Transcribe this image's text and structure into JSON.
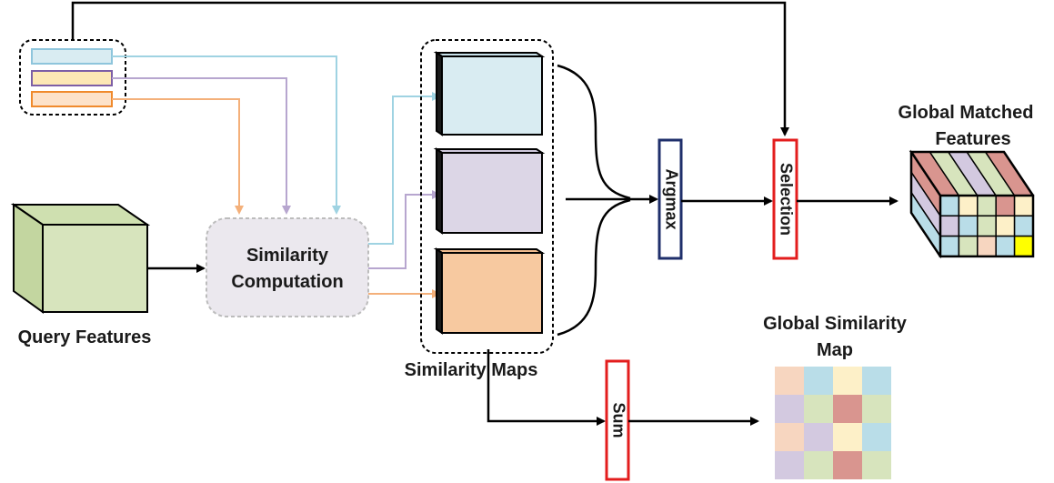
{
  "labels": {
    "query_features": "Query Features",
    "similarity_computation_line1": "Similarity",
    "similarity_computation_line2": "Computation",
    "similarity_maps": "Similarity Maps",
    "argmax": "Argmax",
    "selection": "Selection",
    "sum": "Sum",
    "global_matched_line1": "Global Matched",
    "global_matched_line2": "Features",
    "global_similarity_line1": "Global Similarity",
    "global_similarity_line2": "Map"
  },
  "colors": {
    "blue_light": "#d9ecf2",
    "blue_stroke": "#9fd3e2",
    "purple_light": "#dcd6e6",
    "purple_stroke": "#b7a6cf",
    "orange_light": "#f7c9a0",
    "orange_stroke": "#f4b07a",
    "green_light": "#d7e4bd",
    "argmax_border": "#1f2f6b",
    "red_border": "#e31d1d",
    "black": "#000000"
  },
  "similarity_grid": [
    [
      "#f7d6c0",
      "#b9dde8",
      "#fdf0c8",
      "#b9dde8"
    ],
    [
      "#d3c9e0",
      "#d7e4bd",
      "#d9958f",
      "#d7e4bd"
    ],
    [
      "#f7d6c0",
      "#d3c9e0",
      "#fdf0c8",
      "#b9dde8"
    ],
    [
      "#d3c9e0",
      "#d7e4bd",
      "#d9958f",
      "#d7e4bd"
    ]
  ],
  "matched_front_grid": [
    [
      "#b9dde8",
      "#fdf0c8",
      "#d7e4bd",
      "#d9958f",
      "#fdf0c8"
    ],
    [
      "#d3c9e0",
      "#b9dde8",
      "#d7e4bd",
      "#fdf0c8",
      "#b9dde8"
    ],
    [
      "#b9dde8",
      "#d7e4bd",
      "#f7d6c0",
      "#b9dde8",
      "#ffff00"
    ]
  ],
  "matched_top_colors": [
    "#d9958f",
    "#d7e4bd",
    "#d3c9e0",
    "#d7e4bd",
    "#d9958f"
  ],
  "matched_side_colors": [
    "#d9958f",
    "#d3c9e0",
    "#b9dde8"
  ]
}
